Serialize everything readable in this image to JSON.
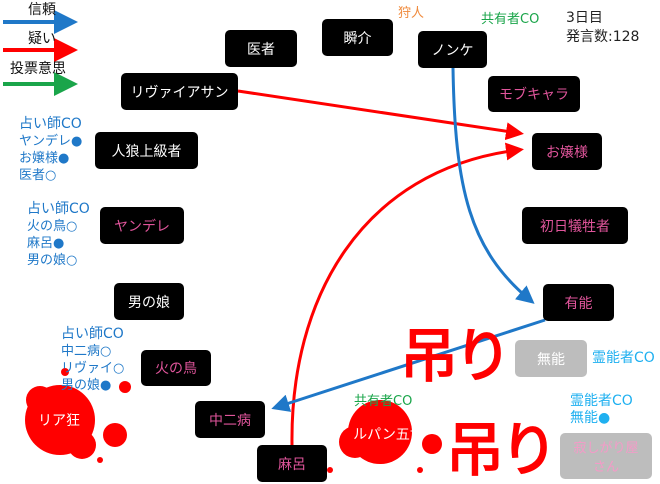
{
  "legend": [
    {
      "label": "信頼",
      "color": "#1f78c8"
    },
    {
      "label": "疑い",
      "color": "#ff0000"
    },
    {
      "label": "投票意思",
      "color": "#1aa54a"
    }
  ],
  "status": {
    "day": "3日目",
    "post_count": "発言数:128"
  },
  "players": {
    "isha": "医者",
    "shunsuke": "瞬介",
    "nonke": "ノンケ",
    "leviathan": "リヴァイアサン",
    "mob": "モブキャラ",
    "ojousama": "お嬢様",
    "jinrou": "人狼上級者",
    "yandere": "ヤンデレ",
    "shonichi": "初日犠牲者",
    "otokonoko": "男の娘",
    "yuunou": "有能",
    "hinotori": "火の鳥",
    "chuunibyou": "中二病",
    "maro": "麻呂",
    "lupin": "ルパン五世",
    "munou": "無能",
    "sabishigari": "寂しがり屋さん",
    "riakyou": "リア狂"
  },
  "annotations": {
    "hunter": "狩人",
    "nonke_co": "共有者CO",
    "lupin_co": "共有者CO",
    "seer1": [
      "占い師CO",
      "ヤンデレ●",
      "お嬢様●",
      "医者○"
    ],
    "seer2": [
      "占い師CO",
      "火の鳥○",
      "麻呂●",
      "男の娘○"
    ],
    "seer3": [
      "占い師CO",
      "中二病○",
      "リヴァイ○",
      "男の娘●"
    ],
    "medium1": "霊能者CO",
    "medium2": [
      "霊能者CO",
      "無能●"
    ]
  },
  "executed_label": "吊り"
}
